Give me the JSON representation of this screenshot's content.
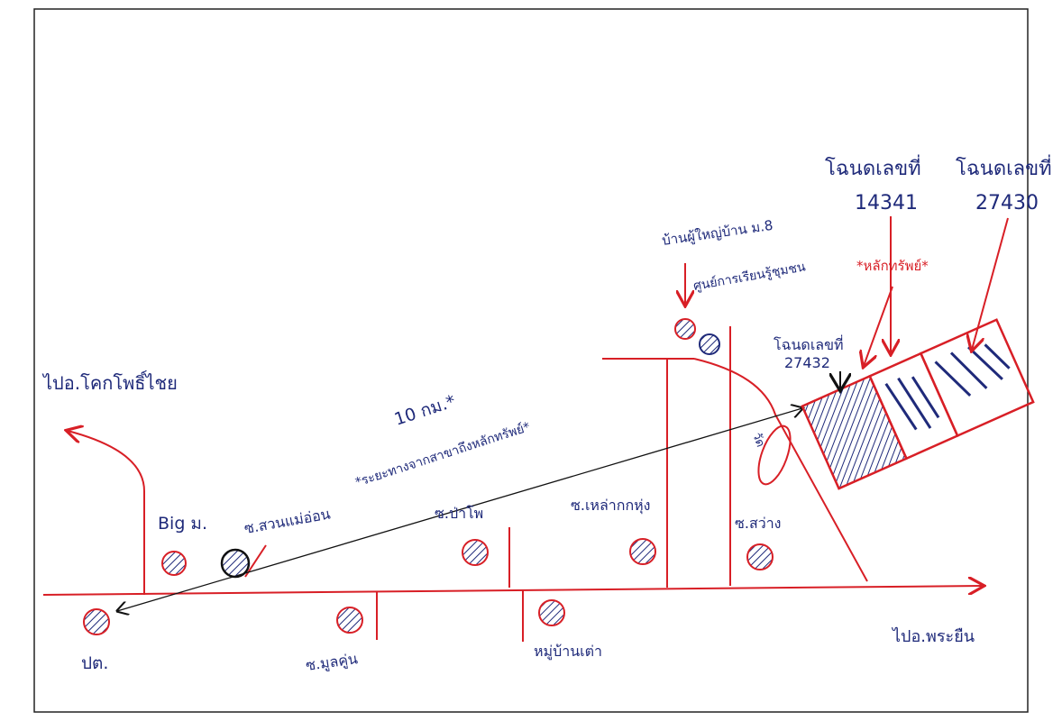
{
  "labels": {
    "to_khok_pho": "ไปอ.โคกโพธิ์ไชย",
    "to_phra_yuen": "ไปอ.พระยืน",
    "big_c": "Big ม.",
    "gas_station": "ปต.",
    "soi_suan_mae_on": "ซ.สวนแม่อ่อน",
    "soi_mul_khu": "ซ.มูลคู่น",
    "soi_pa_pho": "ซ.ป่าโพ",
    "village_khon_tao": "หมู่บ้านเต่า",
    "soi_lao_kok_hung": "ซ.เหล่ากกหุ่ง",
    "soi_sawang": "ซ.สว่าง",
    "headman_house": "บ้านผู้ใหญ่บ้าน ม.8",
    "learning_center": "ศูนย์การเรียนรู้ชุมชน",
    "temple": "วัด",
    "distance": "10 กม.*",
    "distance_note": "*ระยะทางจากสาขาถึงหลักทรัพย์*",
    "collateral": "*หลักทรัพย์*",
    "deed_a_title": "โฉนดเลขที่",
    "deed_a_num": "14341",
    "deed_b_title": "โฉนดเลขที่",
    "deed_b_num": "27430",
    "deed_c_title": "โฉนดเลขที่",
    "deed_c_num": "27432"
  },
  "colors": {
    "ink_blue": "#1f2a7a",
    "ink_red": "#d81f26",
    "ink_black": "#111111"
  }
}
